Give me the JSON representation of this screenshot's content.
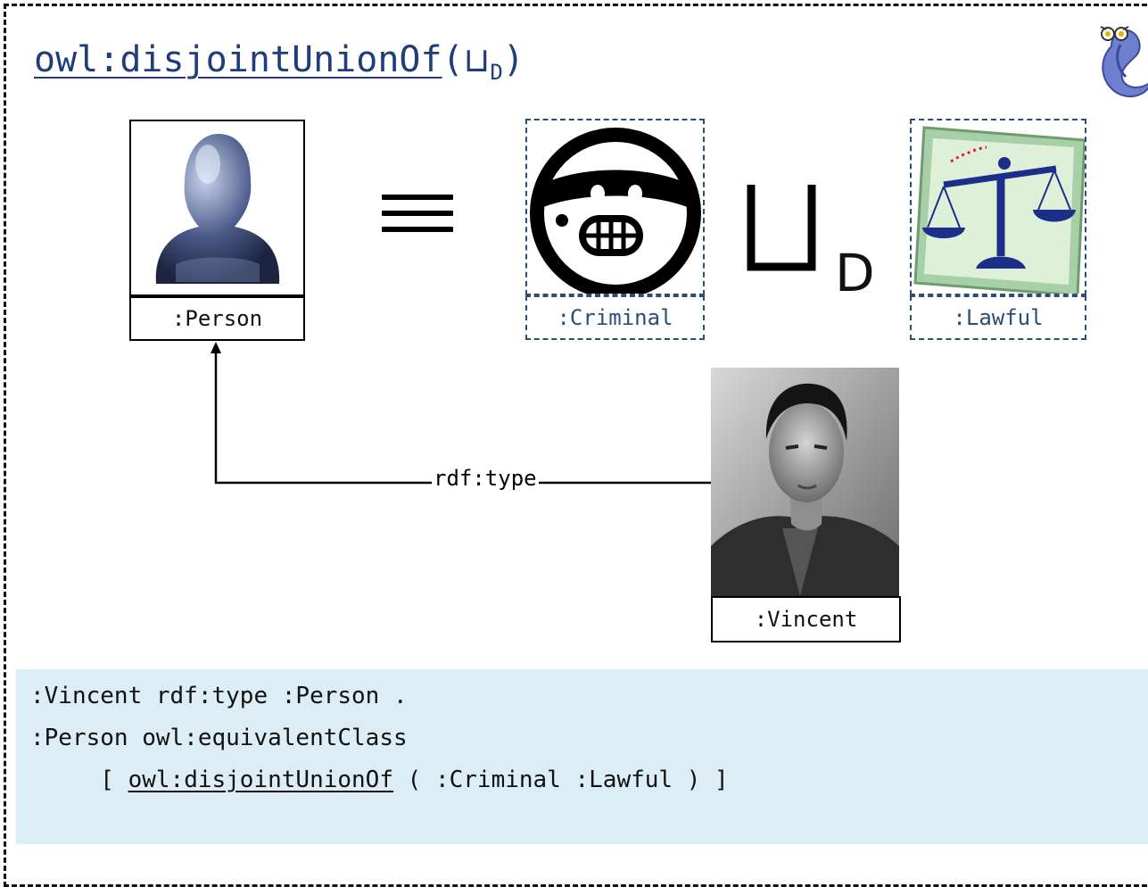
{
  "title": {
    "property": "owl:disjointUnionOf",
    "open": "(",
    "symbol": "⊔",
    "subscript": "D",
    "close": ")"
  },
  "diagram": {
    "equivalence_symbol": "≡",
    "union_symbol": "⊔",
    "union_subscript": "D",
    "classes": {
      "person": ":Person",
      "criminal": ":Criminal",
      "lawful": ":Lawful"
    },
    "individual": ":Vincent",
    "edge_label": "rdf:type"
  },
  "code": {
    "line1": ":Vincent rdf:type :Person .",
    "line2": ":Person owl:equivalentClass",
    "line3_open": "     [ ",
    "line3_property": "owl:disjointUnionOf",
    "line3_rest": " ( :Criminal :Lawful ) ]"
  },
  "colors": {
    "title": "#1f3d7a",
    "dashed_border": "#2a4d7a",
    "code_background": "#dcedf5"
  }
}
